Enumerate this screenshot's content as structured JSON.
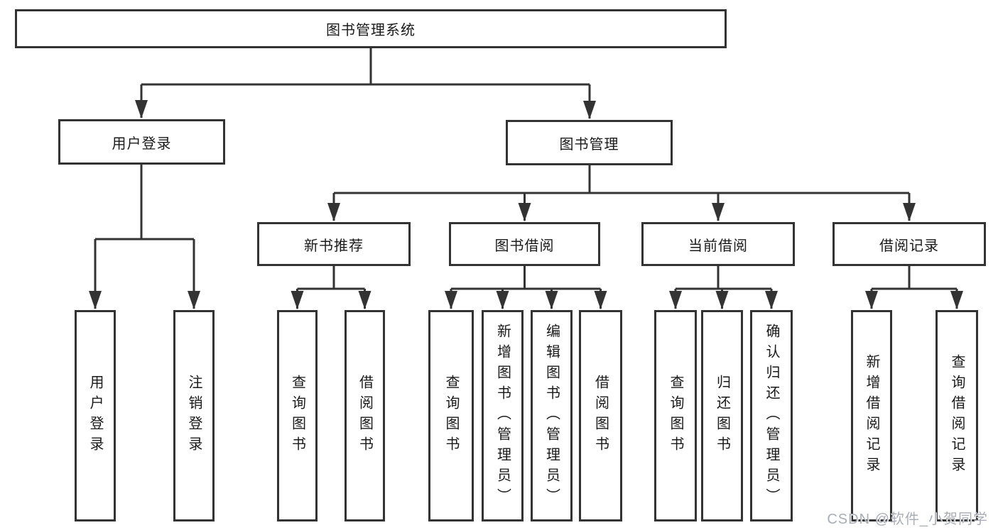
{
  "diagram_title": "图书管理系统",
  "nodes": {
    "root": {
      "label": "图书管理系统"
    },
    "user_login": {
      "label": "用户登录"
    },
    "book_mgmt": {
      "label": "图书管理"
    },
    "new_book_rec": {
      "label": "新书推荐"
    },
    "book_borrow": {
      "label": "图书借阅"
    },
    "current_borrow": {
      "label": "当前借阅"
    },
    "borrow_records": {
      "label": "借阅记录"
    },
    "login": {
      "label": "用户登录"
    },
    "logout": {
      "label": "注销登录"
    },
    "rec_query_books": {
      "label": "查询图书"
    },
    "rec_borrow_books": {
      "label": "借阅图书"
    },
    "bb_query_books": {
      "label": "查询图书"
    },
    "bb_add_books": {
      "label": "新增图书（管理员）"
    },
    "bb_edit_books": {
      "label": "编辑图书（管理员）"
    },
    "bb_borrow_books": {
      "label": "借阅图书"
    },
    "cb_query_books": {
      "label": "查询图书"
    },
    "cb_return_books": {
      "label": "归还图书"
    },
    "cb_confirm_return": {
      "label": "确认归还（管理员）"
    },
    "br_add_record": {
      "label": "新增借阅记录"
    },
    "br_query_record": {
      "label": "查询借阅记录"
    }
  },
  "watermark": "CSDN @软件_小贺同学",
  "colors": {
    "line": "#333333",
    "box_border": "#333333",
    "box_background": "#ffffff",
    "text": "#1a1a1a",
    "watermark": "#a9aeb6"
  }
}
